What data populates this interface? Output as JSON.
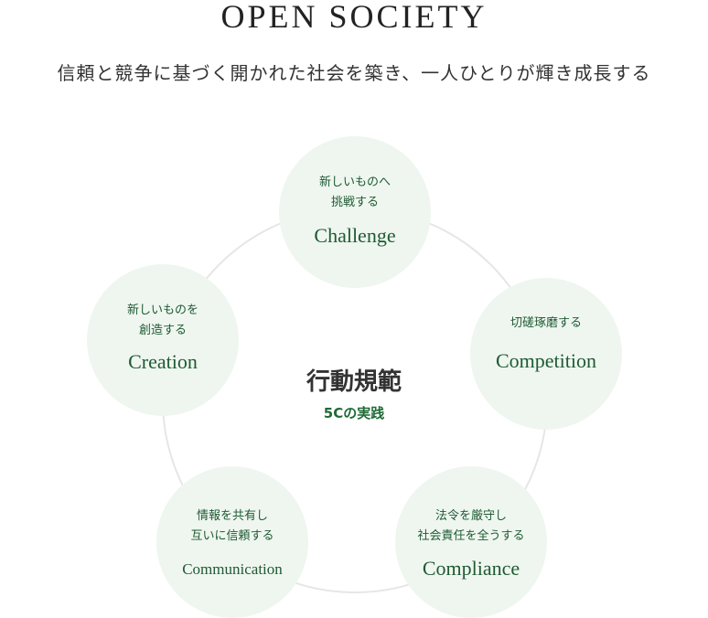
{
  "header": {
    "title": "OPEN SOCIETY",
    "subtitle": "信頼と競争に基づく開かれた社会を築き、一人ひとりが輝き成長する"
  },
  "center": {
    "title": "行動規範",
    "subtitle": "5Cの実践"
  },
  "nodes": [
    {
      "key": "challenge",
      "jp": "新しいものへ\n挑戦する",
      "en": "Challenge"
    },
    {
      "key": "competition",
      "jp": "切磋琢磨する",
      "en": "Competition"
    },
    {
      "key": "compliance",
      "jp": "法令を厳守し\n社会責任を全うする",
      "en": "Compliance"
    },
    {
      "key": "communication",
      "jp": "情報を共有し\n互いに信頼する",
      "en": "Communication"
    },
    {
      "key": "creation",
      "jp": "新しいものを\n創造する",
      "en": "Creation"
    }
  ],
  "colors": {
    "node_fill": "#eef6ef",
    "accent_text": "#1f5a33",
    "center_accent": "#1f6b37",
    "ring_stroke": "#e6e6e6"
  }
}
